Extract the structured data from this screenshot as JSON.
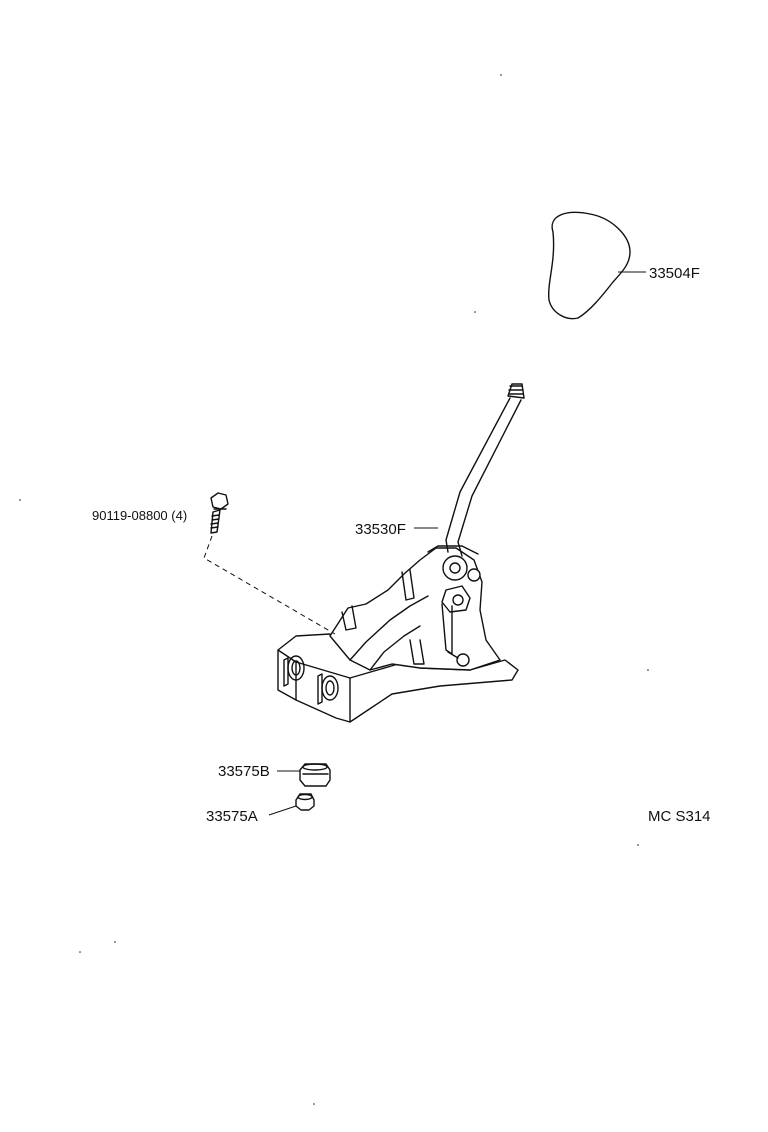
{
  "labels": {
    "knob": "33504F",
    "lever": "33530F",
    "bolt": "90119-08800 (4)",
    "bushing_b": "33575B",
    "bushing_a": "33575A",
    "figure_code": "MC S314"
  },
  "icons": {
    "knob": "shift-knob-icon",
    "lever": "shift-lever-assembly-icon",
    "bolt": "flange-bolt-icon",
    "bushing_b": "bushing-icon",
    "bushing_a": "bushing-icon"
  }
}
